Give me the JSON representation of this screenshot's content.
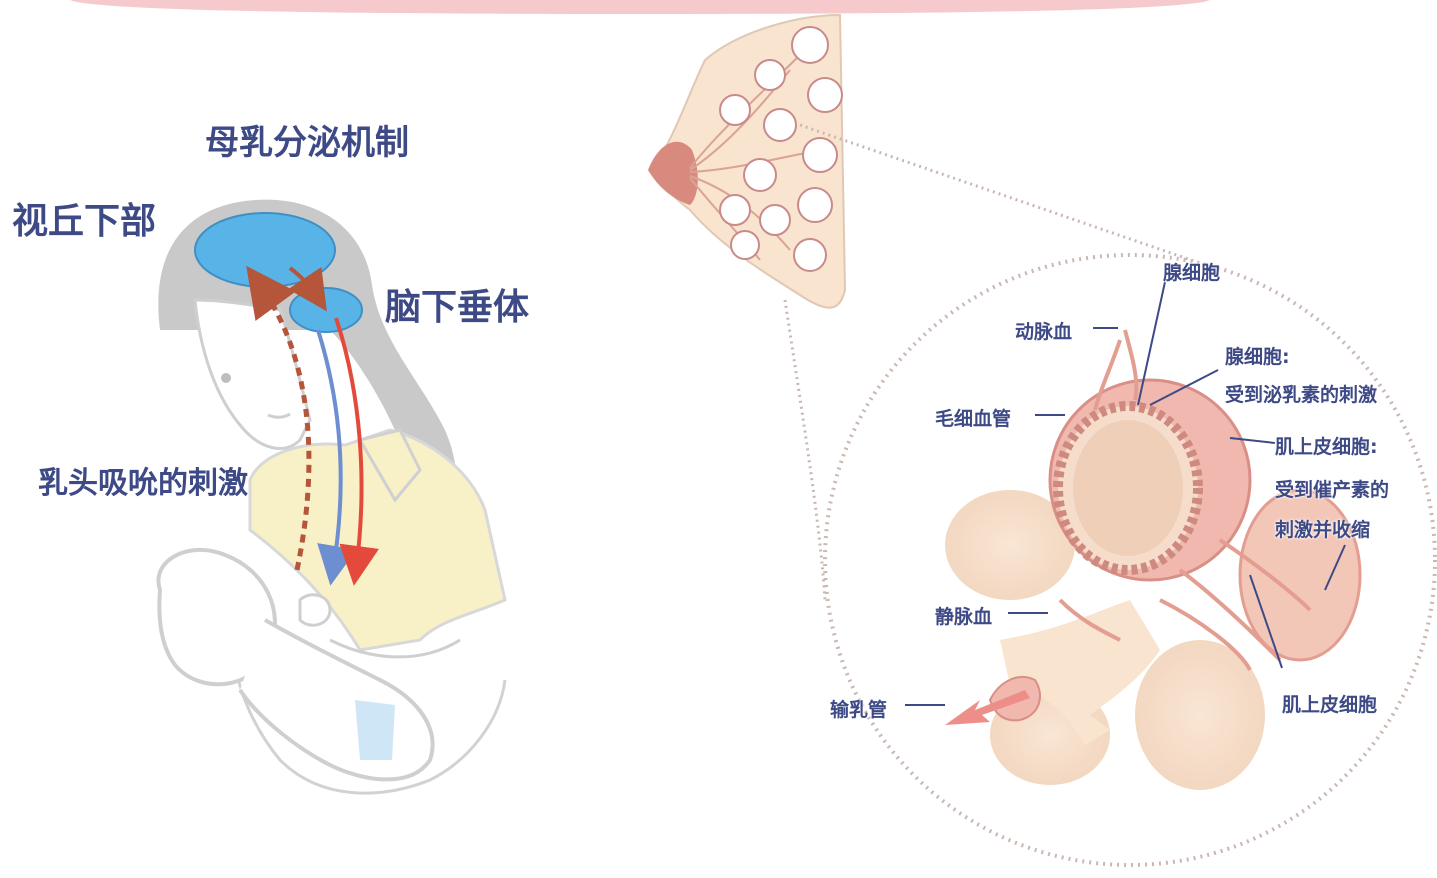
{
  "left_panel": {
    "title": "母乳分泌机制",
    "hypothalamus_label": "视丘下部",
    "pituitary_label": "脑下垂体",
    "suckling_label": "乳头吸吮的刺激",
    "colors": {
      "gland_blue": "#58b4e6",
      "oxytocin_red": "#e44a3c",
      "prolactin_blue": "#6d8ed0",
      "stimulus_brown": "#b5553a",
      "hair_gray": "#c7c7c7",
      "shirt_yellow": "#f8f0c6"
    }
  },
  "right_panel": {
    "labels": {
      "gland_cell_top": "腺细胞",
      "artery": "动脉血",
      "gland_cell_prolactin_1": "腺细胞:",
      "gland_cell_prolactin_2": "受到泌乳素的刺激",
      "capillary": "毛细血管",
      "myoepithelial_1": "肌上皮细胞:",
      "myoepithelial_2": "受到催产素的",
      "myoepithelial_3": "刺激并收缩",
      "vein": "静脉血",
      "milk_duct": "输乳管",
      "myoepithelial_bottom": "肌上皮细胞"
    },
    "colors": {
      "tissue_beige": "#f8e4cf",
      "vessel_pink": "#ecaaa3",
      "arrow_pink": "#ee8e88",
      "dotted_border": "#c9b8b2"
    }
  },
  "top_banner_color": "#f6c9cc"
}
